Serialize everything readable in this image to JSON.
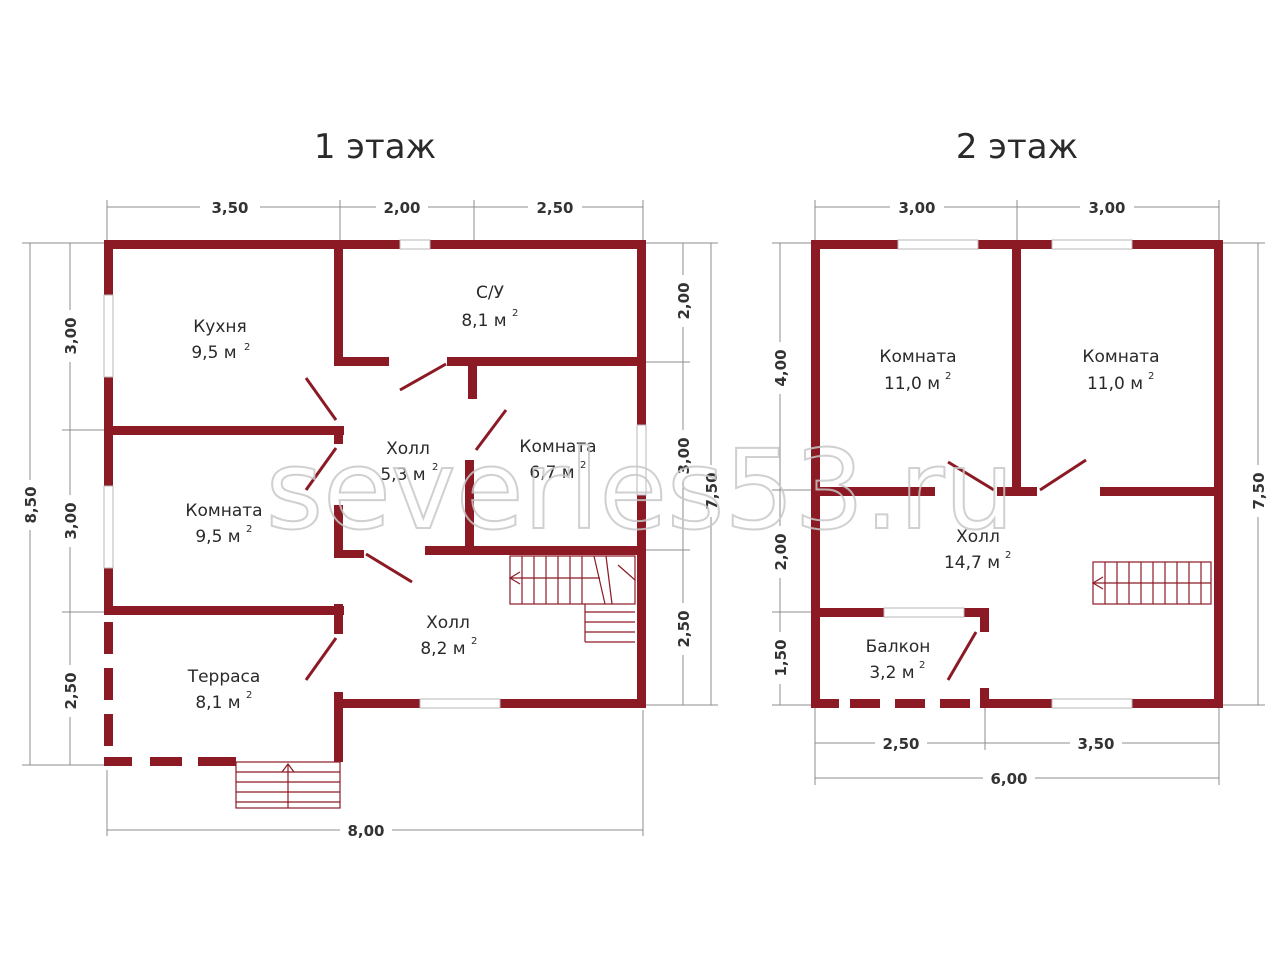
{
  "watermark": "severles53.ru",
  "floor1": {
    "title": "1 этаж",
    "rooms": [
      {
        "name": "Кухня",
        "area": "9,5 м",
        "sup": "2"
      },
      {
        "name": "С/У",
        "area": "8,1 м",
        "sup": "2"
      },
      {
        "name": "Холл",
        "area": "5,3 м",
        "sup": "2"
      },
      {
        "name": "Комната",
        "area": "6,7 м",
        "sup": "2"
      },
      {
        "name": "Комната",
        "area": "9,5 м",
        "sup": "2"
      },
      {
        "name": "Холл",
        "area": "8,2 м",
        "sup": "2"
      },
      {
        "name": "Терраса",
        "area": "8,1 м",
        "sup": "2"
      }
    ],
    "dims_top": [
      "3,50",
      "2,00",
      "2,50"
    ],
    "dim_bottom": "8,00",
    "dims_left": [
      "3,00",
      "3,00",
      "2,50"
    ],
    "dim_left_total": "8,50",
    "dims_right": [
      "2,00",
      "3,00",
      "2,50"
    ],
    "dim_right_total": "7,50"
  },
  "floor2": {
    "title": "2 этаж",
    "rooms": [
      {
        "name": "Комната",
        "area": "11,0 м",
        "sup": "2"
      },
      {
        "name": "Комната",
        "area": "11,0 м",
        "sup": "2"
      },
      {
        "name": "Холл",
        "area": "14,7 м",
        "sup": "2"
      },
      {
        "name": "Балкон",
        "area": "3,2 м",
        "sup": "2"
      }
    ],
    "dims_top": [
      "3,00",
      "3,00"
    ],
    "dims_bottom": [
      "2,50",
      "3,50"
    ],
    "dim_bottom_total": "6,00",
    "dims_left": [
      "4,00",
      "2,00",
      "1,50"
    ],
    "dim_right_total": "7,50"
  },
  "colors": {
    "wall": "#8b1a24",
    "dimension": "#8c8c8c",
    "background": "#ffffff"
  }
}
